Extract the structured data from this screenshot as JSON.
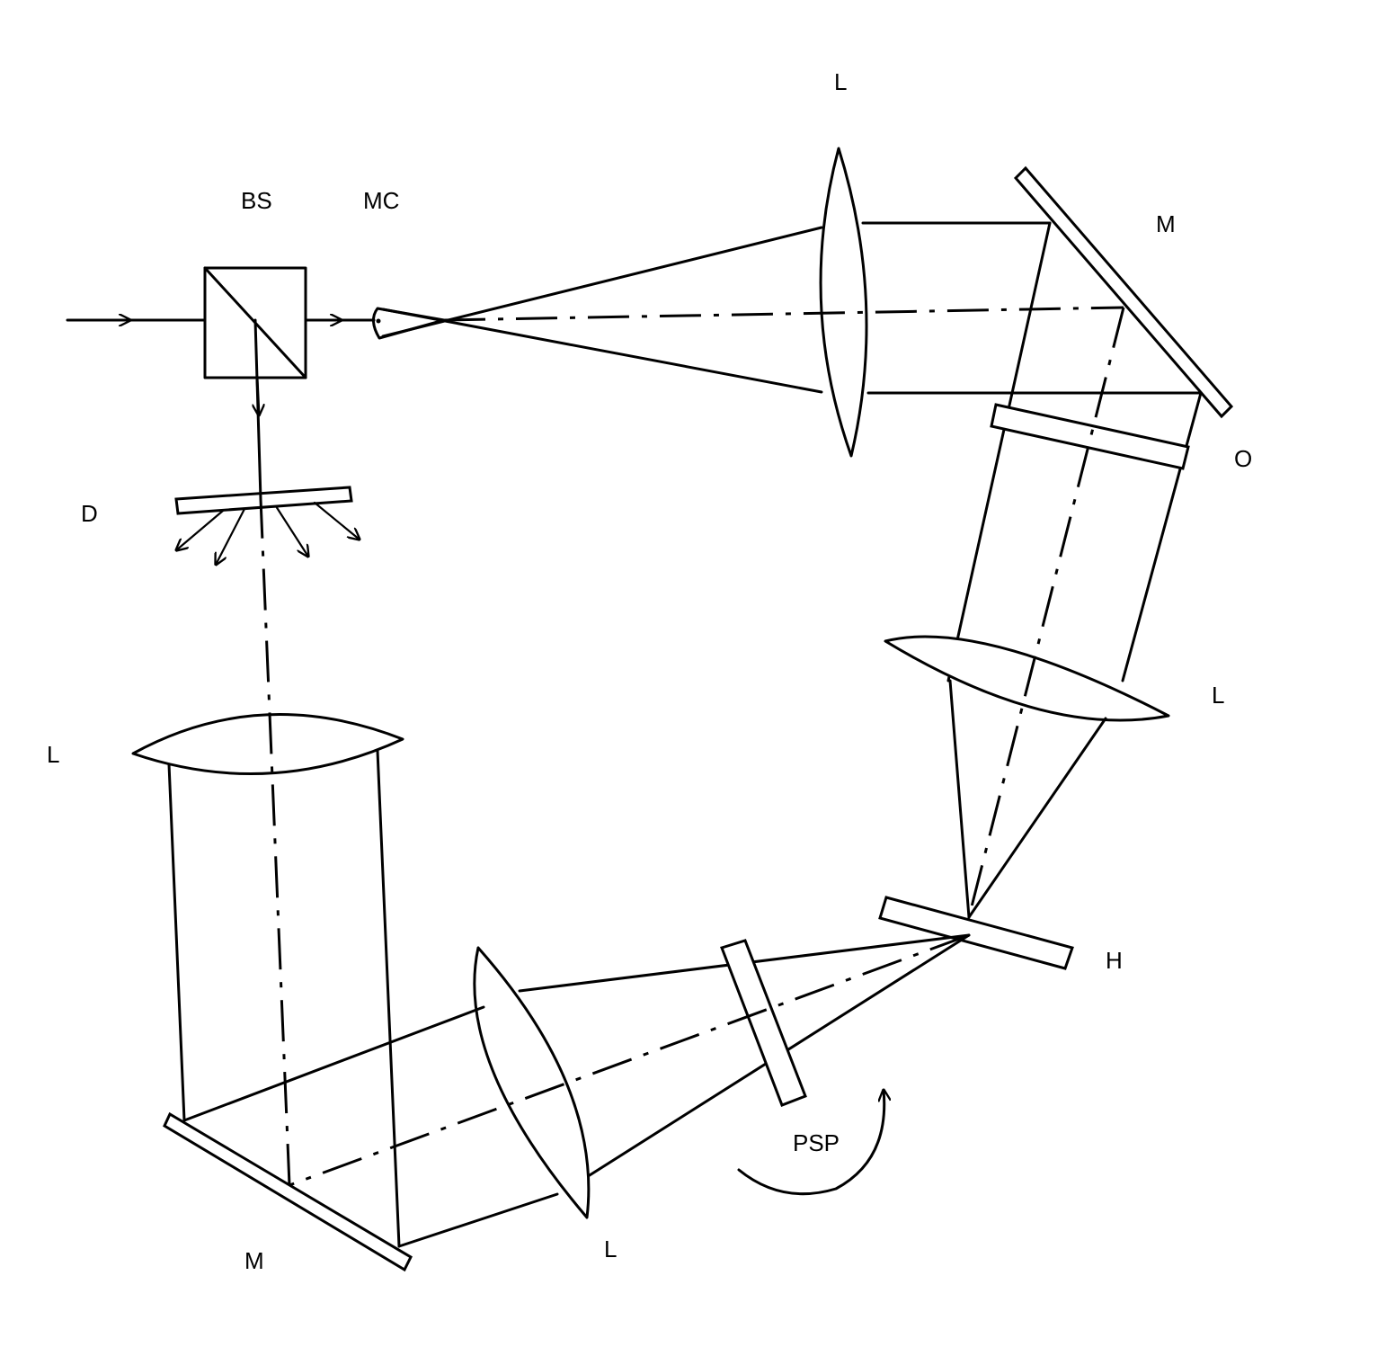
{
  "labels": {
    "bs": "BS",
    "mc": "MC",
    "lens_top": "L",
    "mirror_top_right": "M",
    "o": "O",
    "d": "D",
    "lens_right": "L",
    "lens_left": "L",
    "h": "H",
    "psp": "PSP",
    "mirror_bottom_left": "M",
    "lens_bottom": "L"
  }
}
